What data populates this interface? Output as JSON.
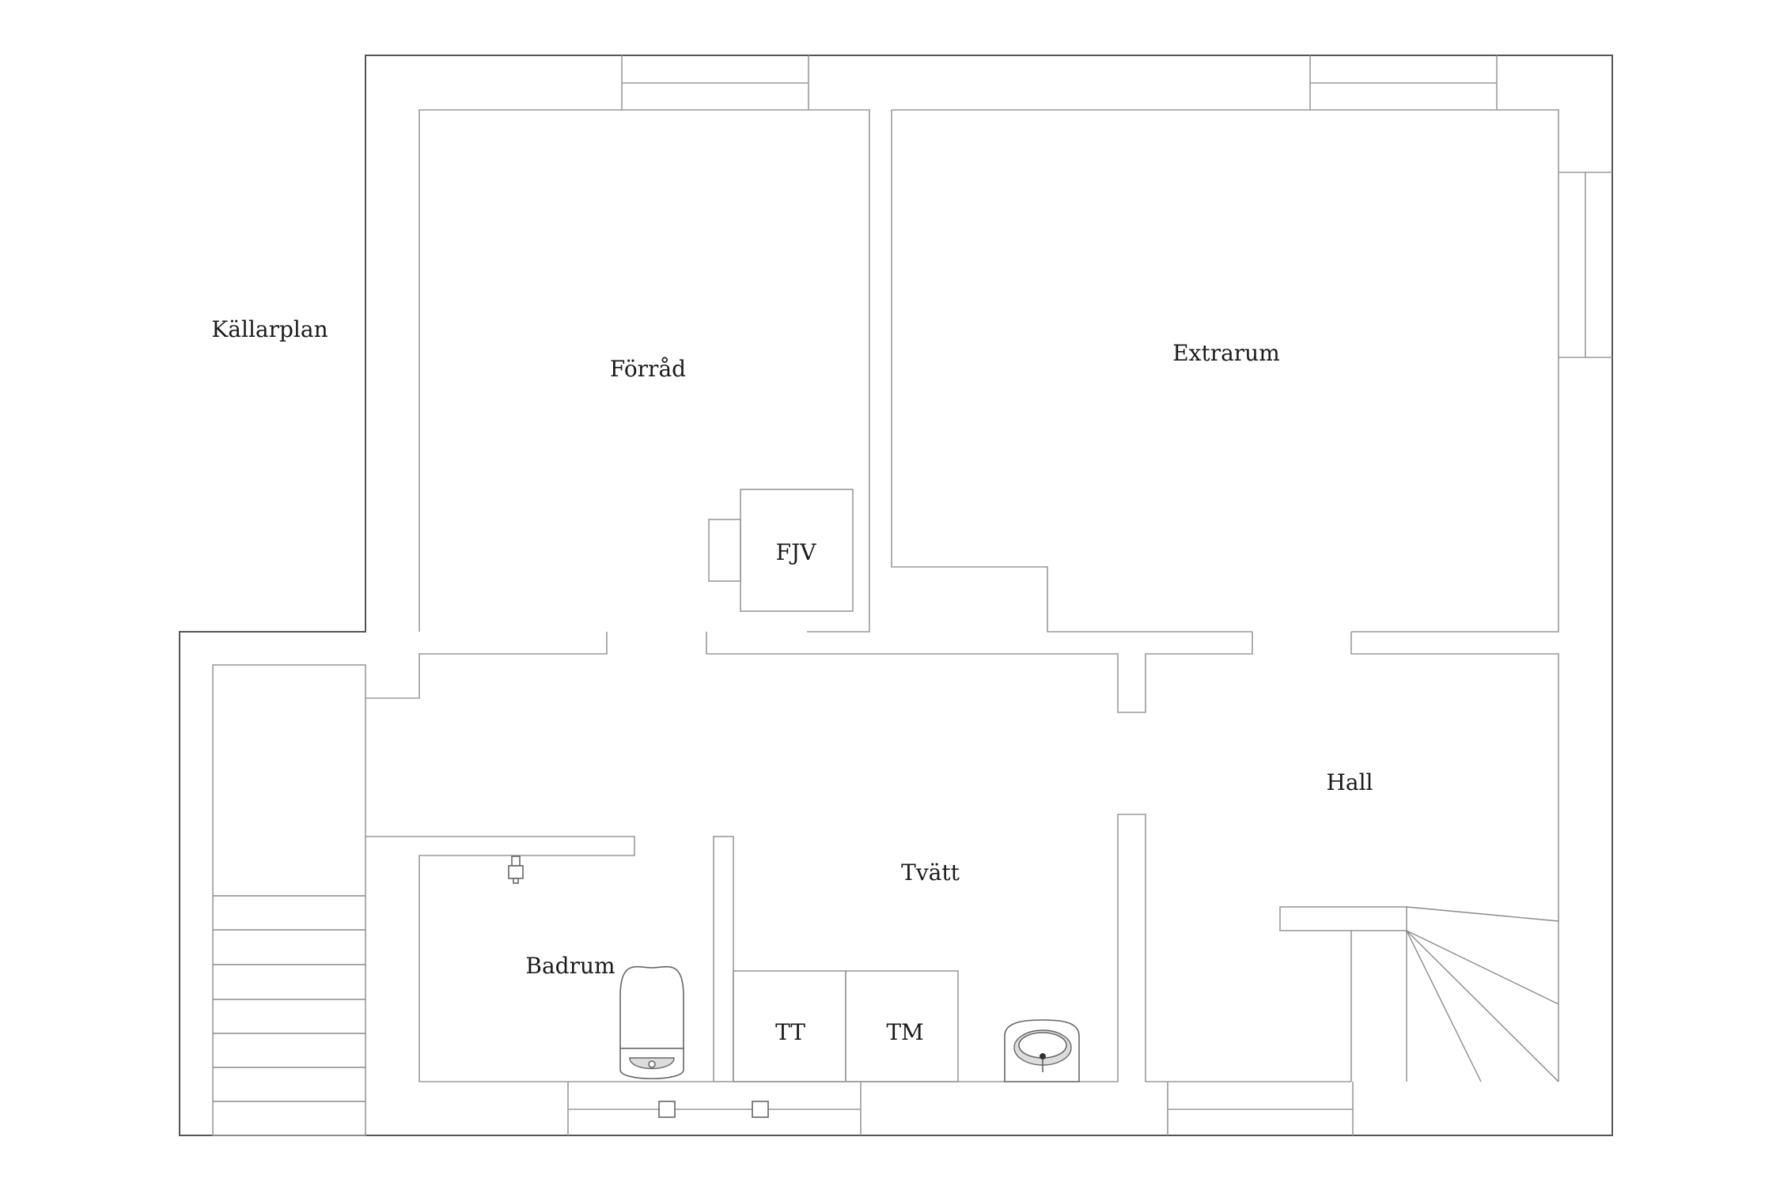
{
  "plan": {
    "title": "Källarplan",
    "rooms": {
      "storage": "Förråd",
      "extra_room": "Extrarum",
      "hall": "Hall",
      "laundry": "Tvätt",
      "bathroom": "Badrum"
    },
    "fixtures": {
      "district_heating": "FJV",
      "dryer": "TT",
      "washer": "TM"
    },
    "colors": {
      "line": "#9a9a9a",
      "text": "#1a1a1a",
      "background": "#ffffff"
    }
  }
}
